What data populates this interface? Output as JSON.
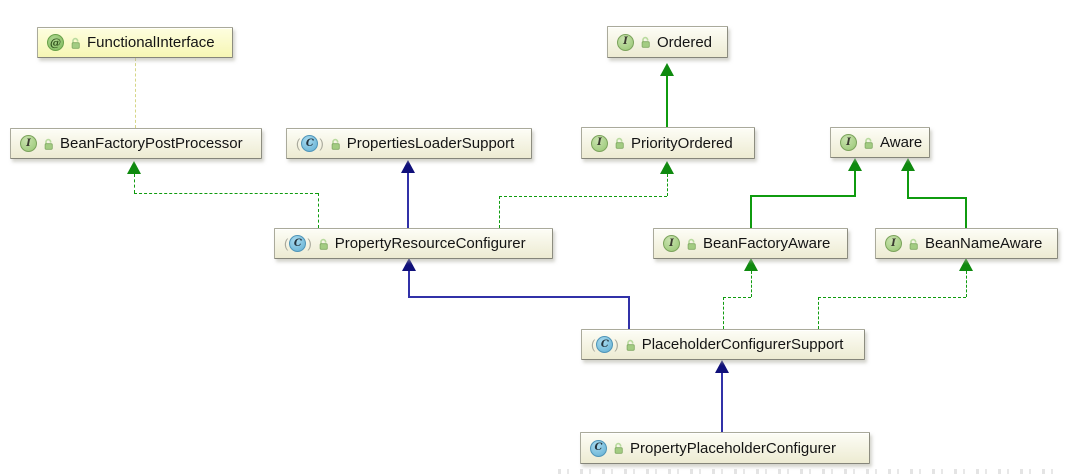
{
  "diagram": {
    "type": "uml-class-diagram",
    "nodes": [
      {
        "id": "FunctionalInterface",
        "label": "FunctionalInterface",
        "kind": "annotation",
        "icon": "annotation-icon",
        "icon_letter": "@"
      },
      {
        "id": "BeanFactoryPostProcessor",
        "label": "BeanFactoryPostProcessor",
        "kind": "interface",
        "icon": "interface-icon",
        "icon_letter": "I"
      },
      {
        "id": "PropertiesLoaderSupport",
        "label": "PropertiesLoaderSupport",
        "kind": "abstract-class",
        "icon": "abstract-class-icon",
        "icon_letter": "C"
      },
      {
        "id": "Ordered",
        "label": "Ordered",
        "kind": "interface",
        "icon": "interface-icon",
        "icon_letter": "I"
      },
      {
        "id": "PriorityOrdered",
        "label": "PriorityOrdered",
        "kind": "interface",
        "icon": "interface-icon",
        "icon_letter": "I"
      },
      {
        "id": "Aware",
        "label": "Aware",
        "kind": "interface",
        "icon": "interface-icon",
        "icon_letter": "I"
      },
      {
        "id": "PropertyResourceConfigurer",
        "label": "PropertyResourceConfigurer",
        "kind": "abstract-class",
        "icon": "abstract-class-icon",
        "icon_letter": "C"
      },
      {
        "id": "BeanFactoryAware",
        "label": "BeanFactoryAware",
        "kind": "interface",
        "icon": "interface-icon",
        "icon_letter": "I"
      },
      {
        "id": "BeanNameAware",
        "label": "BeanNameAware",
        "kind": "interface",
        "icon": "interface-icon",
        "icon_letter": "I"
      },
      {
        "id": "PlaceholderConfigurerSupport",
        "label": "PlaceholderConfigurerSupport",
        "kind": "abstract-class",
        "icon": "abstract-class-icon",
        "icon_letter": "C"
      },
      {
        "id": "PropertyPlaceholderConfigurer",
        "label": "PropertyPlaceholderConfigurer",
        "kind": "class",
        "icon": "class-icon",
        "icon_letter": "C"
      }
    ],
    "edges": [
      {
        "from": "BeanFactoryPostProcessor",
        "to": "FunctionalInterface",
        "relation": "annotated-by",
        "line": "dashed",
        "color": "#d6d687"
      },
      {
        "from": "PropertyResourceConfigurer",
        "to": "BeanFactoryPostProcessor",
        "relation": "implements",
        "line": "dashed",
        "color": "#0f9b0f"
      },
      {
        "from": "PropertyResourceConfigurer",
        "to": "PropertiesLoaderSupport",
        "relation": "extends",
        "line": "solid",
        "color": "#3131a8"
      },
      {
        "from": "PropertyResourceConfigurer",
        "to": "PriorityOrdered",
        "relation": "implements",
        "line": "dashed",
        "color": "#0f9b0f"
      },
      {
        "from": "PriorityOrdered",
        "to": "Ordered",
        "relation": "extends",
        "line": "solid",
        "color": "#0f9b0f"
      },
      {
        "from": "BeanFactoryAware",
        "to": "Aware",
        "relation": "extends",
        "line": "solid",
        "color": "#0f9b0f"
      },
      {
        "from": "BeanNameAware",
        "to": "Aware",
        "relation": "extends",
        "line": "solid",
        "color": "#0f9b0f"
      },
      {
        "from": "PlaceholderConfigurerSupport",
        "to": "PropertyResourceConfigurer",
        "relation": "extends",
        "line": "solid",
        "color": "#3131a8"
      },
      {
        "from": "PlaceholderConfigurerSupport",
        "to": "BeanFactoryAware",
        "relation": "implements",
        "line": "dashed",
        "color": "#0f9b0f"
      },
      {
        "from": "PlaceholderConfigurerSupport",
        "to": "BeanNameAware",
        "relation": "implements",
        "line": "dashed",
        "color": "#0f9b0f"
      },
      {
        "from": "PropertyPlaceholderConfigurer",
        "to": "PlaceholderConfigurerSupport",
        "relation": "extends",
        "line": "solid",
        "color": "#3131a8"
      }
    ],
    "colors": {
      "background": "#ffffff",
      "node_fill_top": "#fdfdf6",
      "node_fill_bottom": "#edebd2",
      "annotation_node_fill": "#f9f9c4",
      "extends_green": "#0f9b0f",
      "implements_green_dashed": "#0f9b0f",
      "class_extends_blue": "#3131a8",
      "annotation_link_dash": "#d6d687"
    }
  }
}
